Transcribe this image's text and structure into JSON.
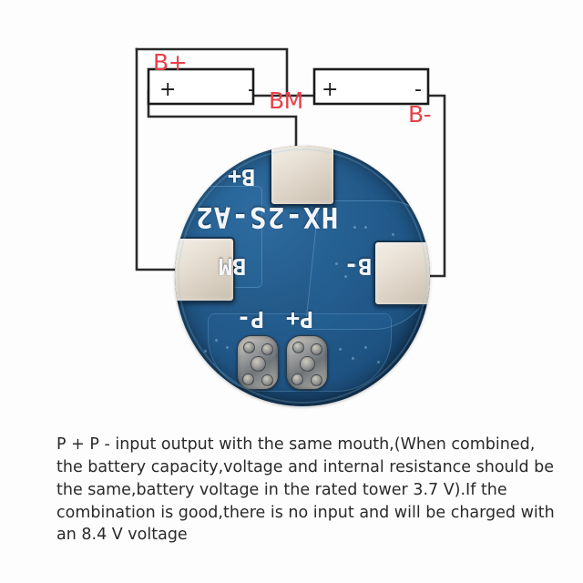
{
  "diagram": {
    "labels": {
      "b_plus": "B+",
      "bm": "BM",
      "b_minus": "B-"
    },
    "battery_cells": [
      {
        "name": "cell-1",
        "plus": "+",
        "minus": "-"
      },
      {
        "name": "cell-2",
        "plus": "+",
        "minus": "-"
      }
    ],
    "label_color": "#e8404a",
    "wire_color": "#2b2b2b"
  },
  "pcb": {
    "silkscreen": {
      "model": "HX-2S-A2",
      "b_plus": "B+",
      "bm": "BM",
      "b_minus": "B-",
      "p_minus": "P-",
      "p_plus": "P+"
    },
    "board_color": "#1d4f7d",
    "pad_color": "#e6ded2",
    "silk_color": "#f2f6fb",
    "pads": [
      {
        "name": "pad-b-plus",
        "label": "B+"
      },
      {
        "name": "pad-bm",
        "label": "BM"
      },
      {
        "name": "pad-b-minus",
        "label": "B-"
      }
    ],
    "terminals": [
      {
        "name": "terminal-p-minus",
        "label": "P-"
      },
      {
        "name": "terminal-p-plus",
        "label": "P+"
      }
    ]
  },
  "caption": {
    "text": "P + P - input output with the same mouth,(When combined, the battery capacity,voltage and internal resistance should be the same,battery voltage in the rated tower 3.7 V).If the combination is good,there is no input and will be charged with an 8.4 V voltage"
  }
}
